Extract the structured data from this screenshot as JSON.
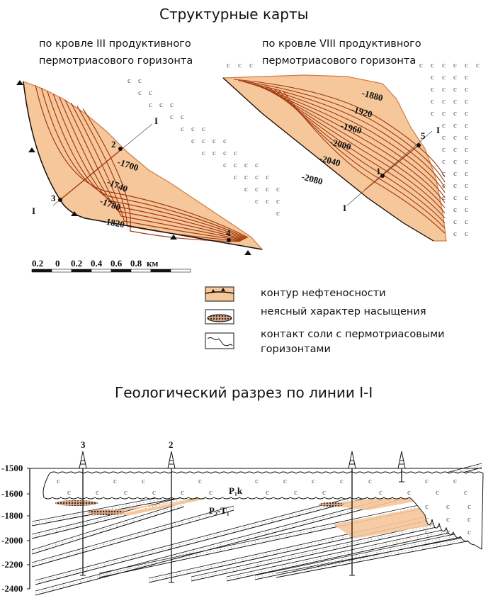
{
  "title": "Структурные карты",
  "left_map": {
    "subtitle_line1": "по кровле III продуктивного",
    "subtitle_line2": "пермотриасового горизонта",
    "contours": [
      "-1700",
      "-1740",
      "-1780",
      "-1820"
    ],
    "wells": [
      "2",
      "3",
      "4"
    ],
    "section_line_label": "I"
  },
  "right_map": {
    "subtitle_line1": "по кровле VIII продуктивного",
    "subtitle_line2": "пермотриасового горизонта",
    "contours": [
      "-1880",
      "-1920",
      "-1960",
      "-2000",
      "-2040",
      "-2080"
    ],
    "wells": [
      "1",
      "5"
    ],
    "section_line_label": "I"
  },
  "scale_bar": {
    "ticks": [
      "0.2",
      "0",
      "0.2",
      "0.4",
      "0.6",
      "0.8"
    ],
    "unit": "км"
  },
  "legend": [
    {
      "label": "контур нефтеносности"
    },
    {
      "label": "неясный характер насыщения"
    },
    {
      "label_line1": "контакт соли с пермотриасовыми",
      "label_line2": "горизонтами"
    }
  ],
  "section": {
    "title": "Геологический разрез по линии I-I",
    "depth_ticks": [
      "-1500",
      "-1600",
      "-1800",
      "-2000",
      "-2200",
      "-2400"
    ],
    "well_labels": [
      "3",
      "2"
    ],
    "unit_salt": "P₁k",
    "unit_main": "P₂-T₁"
  },
  "colors": {
    "oil": "#f6c79a",
    "contour": "#a33a12",
    "line": "#111111"
  }
}
